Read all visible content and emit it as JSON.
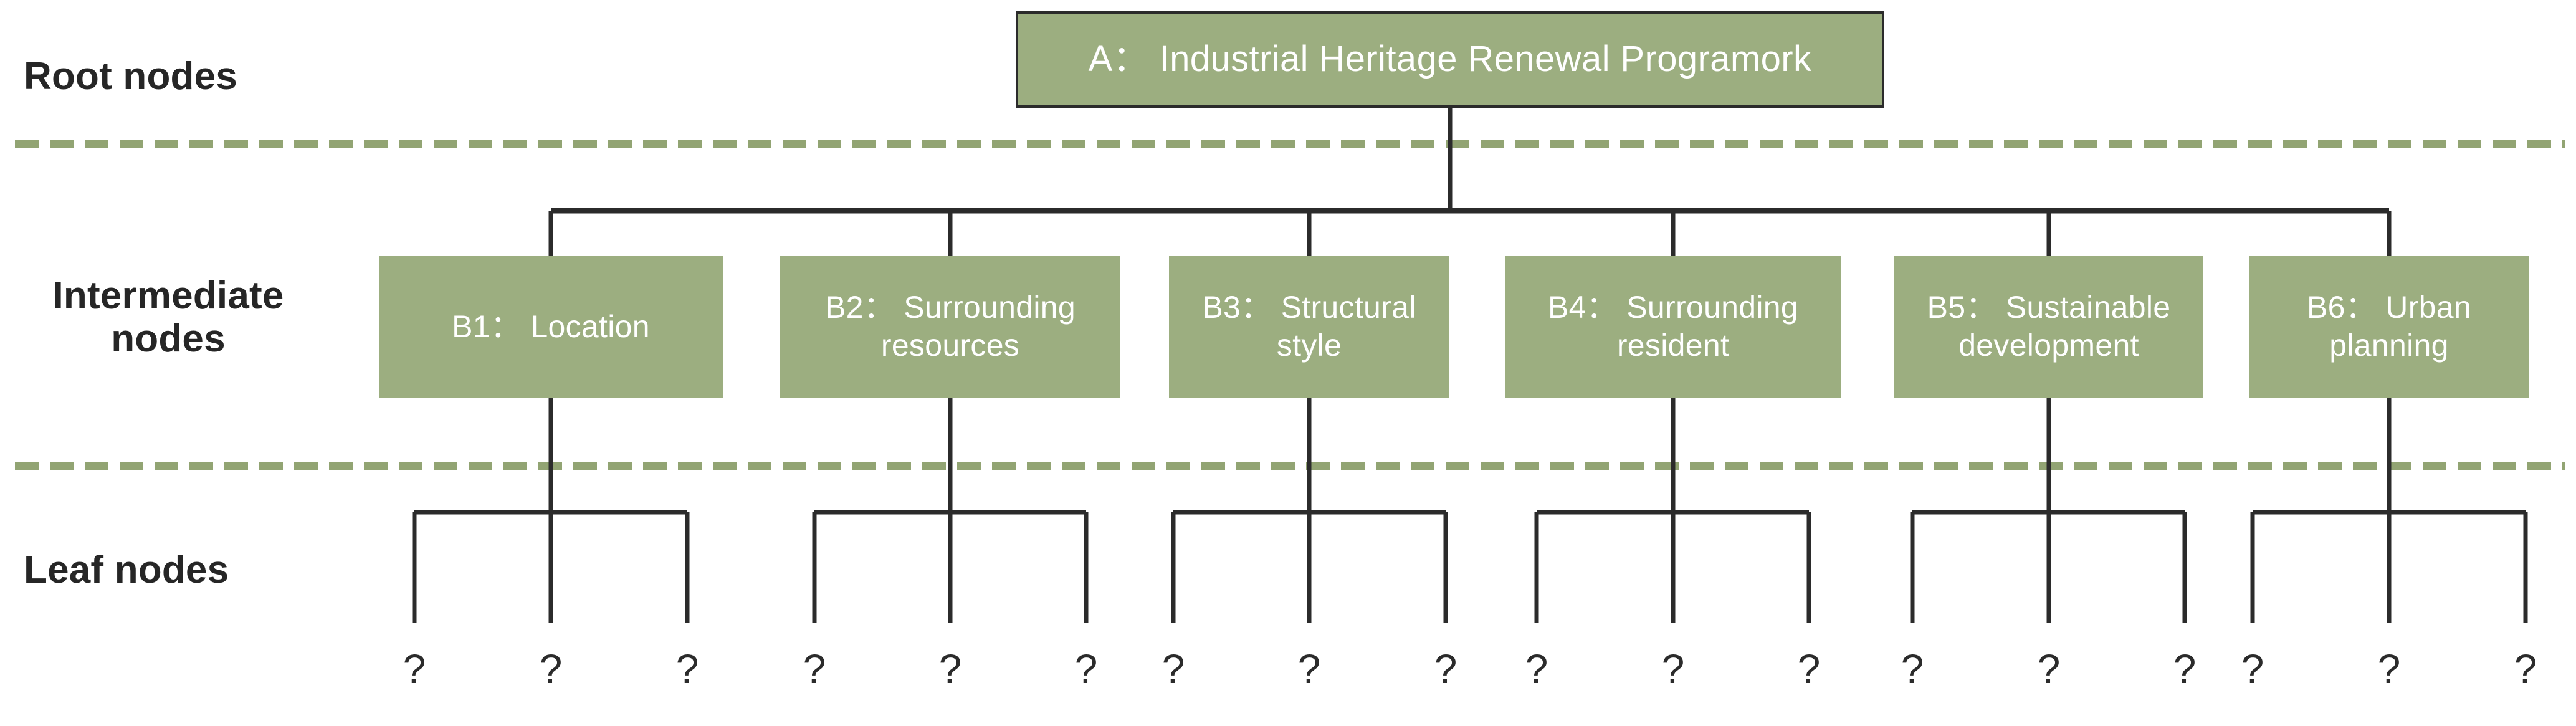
{
  "diagram": {
    "title_root": "A： Industrial Heritage Renewal Programork",
    "tiers": {
      "root_label": "Root nodes",
      "intermediate_label": "Intermediate\nnodes",
      "leaf_label": "Leaf nodes"
    },
    "colors": {
      "node_fill": "#9CAE80",
      "node_text": "#FFFFFF",
      "root_border": "#2B2B2B",
      "connector": "#2B2B2B",
      "divider": "#92A473",
      "label_text": "#262626",
      "background": "#FFFFFF"
    },
    "root": {
      "id": "A",
      "label": "A： Industrial Heritage Renewal Programork"
    },
    "intermediate": [
      {
        "id": "B1",
        "label": "B1： Location"
      },
      {
        "id": "B2",
        "label": "B2： Surrounding\nresources"
      },
      {
        "id": "B3",
        "label": "B3： Structural\nstyle"
      },
      {
        "id": "B4",
        "label": "B4： Surrounding\nresident"
      },
      {
        "id": "B5",
        "label": "B5： Sustainable\ndevelopment"
      },
      {
        "id": "B6",
        "label": "B6： Urban\nplanning"
      }
    ],
    "leaf_placeholder": "?",
    "leaves": [
      {
        "parent": "B1",
        "label": "?"
      },
      {
        "parent": "B1",
        "label": "?"
      },
      {
        "parent": "B1",
        "label": "?"
      },
      {
        "parent": "B2",
        "label": "?"
      },
      {
        "parent": "B2",
        "label": "?"
      },
      {
        "parent": "B2",
        "label": "?"
      },
      {
        "parent": "B3",
        "label": "?"
      },
      {
        "parent": "B3",
        "label": "?"
      },
      {
        "parent": "B3",
        "label": "?"
      },
      {
        "parent": "B4",
        "label": "?"
      },
      {
        "parent": "B4",
        "label": "?"
      },
      {
        "parent": "B4",
        "label": "?"
      },
      {
        "parent": "B5",
        "label": "?"
      },
      {
        "parent": "B5",
        "label": "?"
      },
      {
        "parent": "B5",
        "label": "?"
      },
      {
        "parent": "B6",
        "label": "?"
      },
      {
        "parent": "B6",
        "label": "?"
      },
      {
        "parent": "B6",
        "label": "?"
      }
    ]
  }
}
